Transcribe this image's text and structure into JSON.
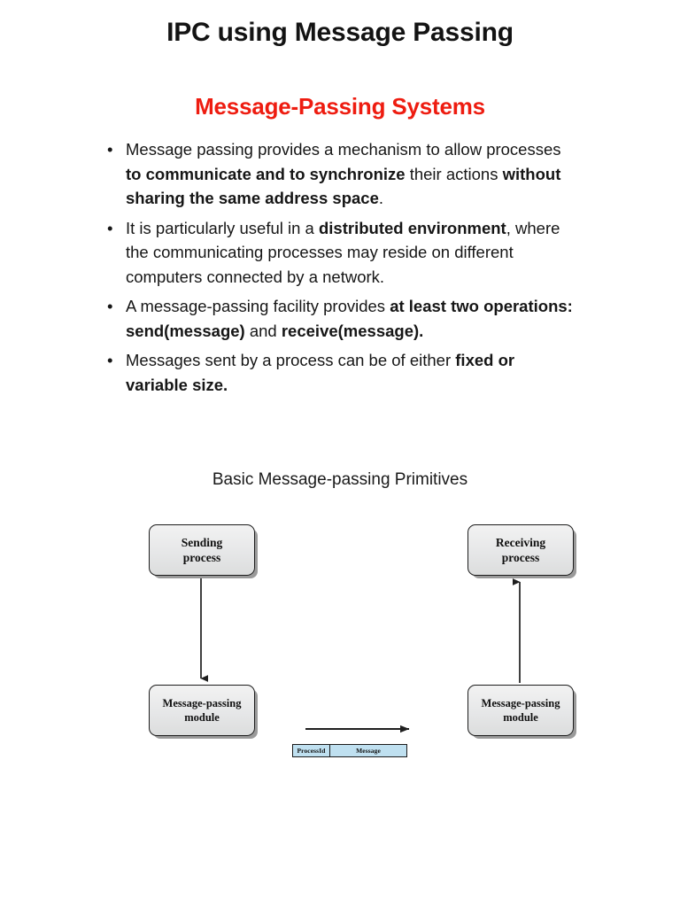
{
  "slide": {
    "title": "IPC using Message Passing",
    "section_heading": "Message-Passing Systems",
    "section_heading_color": "#ee1c10",
    "bullet_glyph": "•"
  },
  "bullets": [
    {
      "id": "bullet-1",
      "parts": [
        {
          "text": "Message passing provides a mechanism to allow processes ",
          "bold": false
        },
        {
          "text": "to communicate and to synchronize",
          "bold": true
        },
        {
          "text": " their actions ",
          "bold": false
        },
        {
          "text": "without sharing the same address space",
          "bold": true
        },
        {
          "text": ".",
          "bold": false
        }
      ]
    },
    {
      "id": "bullet-2",
      "parts": [
        {
          "text": "It is particularly useful in a ",
          "bold": false
        },
        {
          "text": "distributed environment",
          "bold": true
        },
        {
          "text": ", where the communicating processes may reside on different computers connected by a network.",
          "bold": false
        }
      ]
    },
    {
      "id": "bullet-3",
      "parts": [
        {
          "text": "A message-passing facility provides ",
          "bold": false
        },
        {
          "text": "at least two operations: send(message)",
          "bold": true
        },
        {
          "text": " and ",
          "bold": false
        },
        {
          "text": "receive(message).",
          "bold": true
        }
      ]
    },
    {
      "id": "bullet-4",
      "parts": [
        {
          "text": "Messages sent by a process can be of either ",
          "bold": false
        },
        {
          "text": "fixed or variable size.",
          "bold": true
        }
      ]
    }
  ],
  "diagram": {
    "caption": "Basic Message-passing Primitives",
    "nodes": {
      "sending_process": {
        "line1": "Sending",
        "line2": "process"
      },
      "receiving_process": {
        "line1": "Receiving",
        "line2": "process"
      },
      "module_left": {
        "line1": "Message-passing",
        "line2": "module"
      },
      "module_right": {
        "line1": "Message-passing",
        "line2": "module"
      }
    },
    "packet": {
      "process_id_label": "ProcessId",
      "message_label": "Message",
      "fill_color": "#bfe0f0",
      "border_color": "#1b1b1b"
    },
    "arrows": {
      "left_vertical_direction": "down",
      "right_vertical_direction": "up",
      "horizontal_direction": "right",
      "stroke_color": "#1f1f1f"
    },
    "box_fill_color": "#e9eaea",
    "box_border_color": "#1d1d1d",
    "box_shadow_color": "#9a9a9a"
  }
}
